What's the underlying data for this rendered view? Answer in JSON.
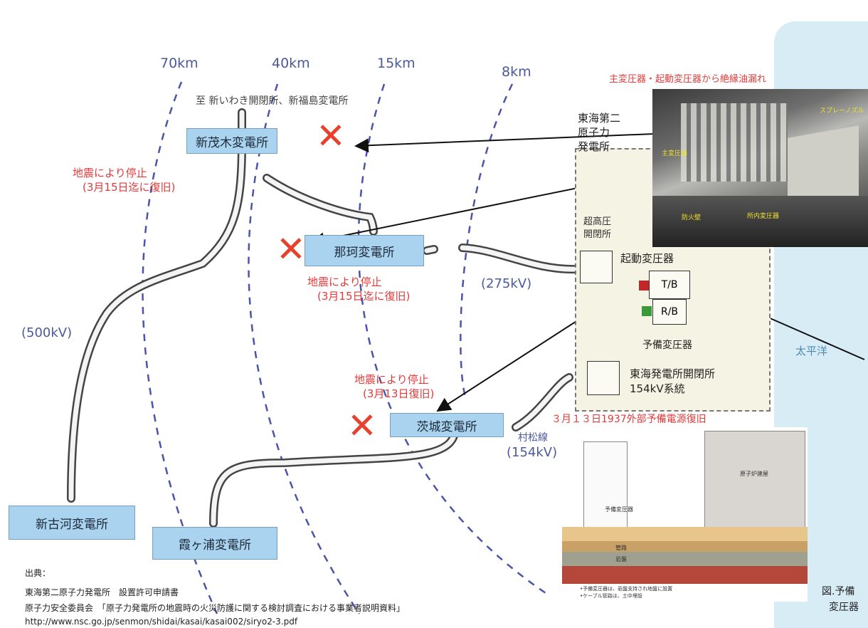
{
  "distances": [
    "70km",
    "40km",
    "15km",
    "8km"
  ],
  "title_top": "至 新いわき開閉所、新福島変電所",
  "photo_caption": "主変圧器・起動変圧器から絶縁油漏れ",
  "photo_labels": [
    "スプレーノズル",
    "主変圧器",
    "所内変圧器",
    "防火壁"
  ],
  "substations": {
    "shinmogi": "新茂木変電所",
    "naka": "那珂変電所",
    "ibaraki": "茨城変電所",
    "shinkoga": "新古河変電所",
    "kasumigaura": "霞ヶ浦変電所"
  },
  "status_notes": {
    "shinmogi_1": "地震により停止",
    "shinmogi_2": "(3月15日迄に復旧)",
    "naka_1": "地震により停止",
    "naka_2": "(3月15日迄に復旧)",
    "ibaraki_1": "地震により停止",
    "ibaraki_2": "(3月13日復旧)"
  },
  "voltages": {
    "v500": "(500kV)",
    "v275": "(275kV)",
    "muramatsu": "村松線",
    "v154": "(154kV)"
  },
  "plant": {
    "name_1": "東海第二",
    "name_2": "原子力",
    "name_3": "発電所",
    "switchyard_1": "超高圧",
    "switchyard_2": "開閉所",
    "startup_tr": "起動変圧器",
    "tb": "T/B",
    "rb": "R/B",
    "reserve_tr": "予備変圧器",
    "tokai_1": "東海発電所開閉所",
    "tokai_2": "154kV系統"
  },
  "restore_note": "３月１３日1937外部予備電源復旧",
  "ocean": "太平洋",
  "fig_caption_1": "図.予備",
  "fig_caption_2": "変圧器",
  "sources": {
    "heading": "出典：",
    "line1": "東海第二原子力発電所　設置許可申請書",
    "line2": "原子力安全委員会　「原子力発電所の地震時の火災防護に関する検討調査における事業者説明資料」",
    "url": "http://www.nsc.go.jp/senmon/shidai/kasai/kasai002/siryo2-3.pdf"
  },
  "cross_section": {
    "label_reactor": "原子炉建屋",
    "label_tr": "予備変圧器",
    "label_1": "管路",
    "label_2": "岩盤",
    "note1": "•予備変圧器は、岩盤支持され地盤に設置",
    "note2": "•ケーブル管路は、土中埋設"
  },
  "colors": {
    "accent_red": "#e23a3a",
    "label_blue": "#4a5a9a",
    "box_blue": "#a9d3ee",
    "ocean_blue": "#d8ecf6"
  }
}
